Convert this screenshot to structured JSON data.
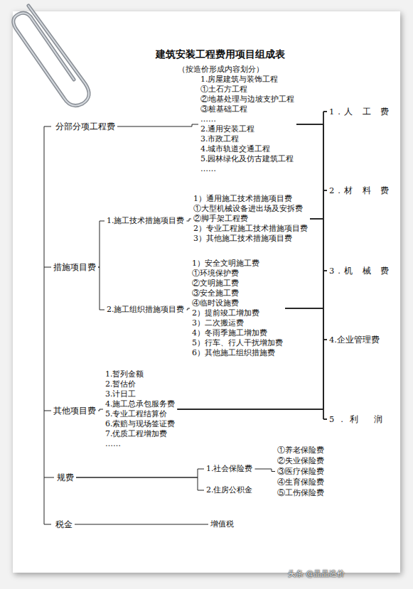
{
  "diagram": {
    "title": "建筑安装工程费用项目组成表",
    "nodes": [
      {
        "text": [
          "分部分项工程费"
        ]
      },
      {
        "text": [
          "1.房屋建筑与装饰工程",
          "①土石方工程",
          "②地基处理与边坡支护工程",
          "③桩基础工程",
          "……",
          "2.通用安装工程",
          "3.市政工程",
          "4.城市轨道交通工程",
          "5.园林绿化及仿古建筑工程",
          "……"
        ]
      },
      {
        "text": [
          "措施项目费"
        ]
      },
      {
        "text": [
          "1.施工技术措施项目费"
        ]
      },
      {
        "text": [
          "1）通用施工技术措施项目费",
          "①大型机械设备进出场及安拆费",
          "②脚手架工程费",
          "2）专业工程施工技术措施项目费",
          "3）其他施工技术措施项目费"
        ]
      },
      {
        "text": [
          "2.施工组织措施项目费"
        ]
      },
      {
        "text": [
          "1）安全文明施工费",
          "①环境保护费",
          "②文明施工费",
          "③安全施工费",
          "④临时设施费",
          "2）提前竣工增加费",
          "3）二次搬运费",
          "4）冬雨季施工增加费",
          "5）行车、行人干扰增加费",
          "6）其他施工组织措施费"
        ]
      },
      {
        "text": [
          "其他项目费"
        ]
      },
      {
        "text": [
          "1.暂列金额",
          "2.暂估价",
          "3.计日工",
          "4.施工总承包服务费",
          "5.专业工程结算价",
          "6.索赔与现场签证费",
          "7.优质工程增加费",
          "……"
        ]
      },
      {
        "text": [
          "规费"
        ]
      },
      {
        "text": [
          "1.社会保险费"
        ]
      },
      {
        "text": [
          "①养老保险费",
          "②失业保险费",
          "③医疗保险费",
          "④生育保险费",
          "⑤工伤保险费"
        ]
      },
      {
        "text": [
          "2.住房公积金"
        ]
      },
      {
        "text": [
          "税金"
        ]
      },
      {
        "text": [
          "增值税"
        ]
      },
      {
        "text": [
          "1.人 工 费"
        ]
      },
      {
        "text": [
          "2.材 料 费"
        ]
      },
      {
        "text": [
          "3.机 械 费"
        ]
      },
      {
        "text": [
          "4.企业管理费"
        ]
      },
      {
        "text": [
          "5.利 润"
        ]
      }
    ],
    "edges": [
      {
        "from": 0,
        "to": 1,
        "arrow": "none"
      },
      {
        "from": 2,
        "to": 3,
        "arrow": "none"
      },
      {
        "from": 2,
        "to": 5,
        "arrow": "none"
      },
      {
        "from": 3,
        "to": 4,
        "arrow": "none"
      },
      {
        "from": 5,
        "to": 6,
        "arrow": "none"
      },
      {
        "from": 7,
        "to": 8,
        "arrow": "none"
      },
      {
        "from": 9,
        "to": 10,
        "arrow": "none"
      },
      {
        "from": 9,
        "to": 12,
        "arrow": "none"
      },
      {
        "from": 10,
        "to": 11,
        "arrow": "none"
      },
      {
        "from": 13,
        "to": 14,
        "arrow": "none"
      },
      {
        "from": 1,
        "to": 15,
        "arrow": "none"
      },
      {
        "from": 1,
        "to": 16,
        "arrow": "none"
      },
      {
        "from": 1,
        "to": 17,
        "arrow": "none"
      },
      {
        "from": 1,
        "to": 18,
        "arrow": "none"
      },
      {
        "from": 1,
        "to": 19,
        "arrow": "none"
      },
      {
        "from": 4,
        "to": 15,
        "arrow": "none"
      },
      {
        "from": 4,
        "to": 16,
        "arrow": "none"
      },
      {
        "from": 4,
        "to": 17,
        "arrow": "none"
      },
      {
        "from": 4,
        "to": 18,
        "arrow": "none"
      },
      {
        "from": 4,
        "to": 19,
        "arrow": "none"
      },
      {
        "from": 6,
        "to": 15,
        "arrow": "none"
      },
      {
        "from": 6,
        "to": 16,
        "arrow": "none"
      },
      {
        "from": 6,
        "to": 17,
        "arrow": "none"
      },
      {
        "from": 6,
        "to": 18,
        "arrow": "none"
      },
      {
        "from": 6,
        "to": 19,
        "arrow": "none"
      },
      {
        "from": 8,
        "to": 15,
        "arrow": "none"
      },
      {
        "from": 8,
        "to": 16,
        "arrow": "none"
      },
      {
        "from": 8,
        "to": 17,
        "arrow": "none"
      },
      {
        "from": 8,
        "to": 18,
        "arrow": "none"
      },
      {
        "from": 8,
        "to": 19,
        "arrow": "none"
      }
    ],
    "labels": [
      "（按造价形成内容划分）",
      "头条 @晶晶造价"
    ]
  }
}
